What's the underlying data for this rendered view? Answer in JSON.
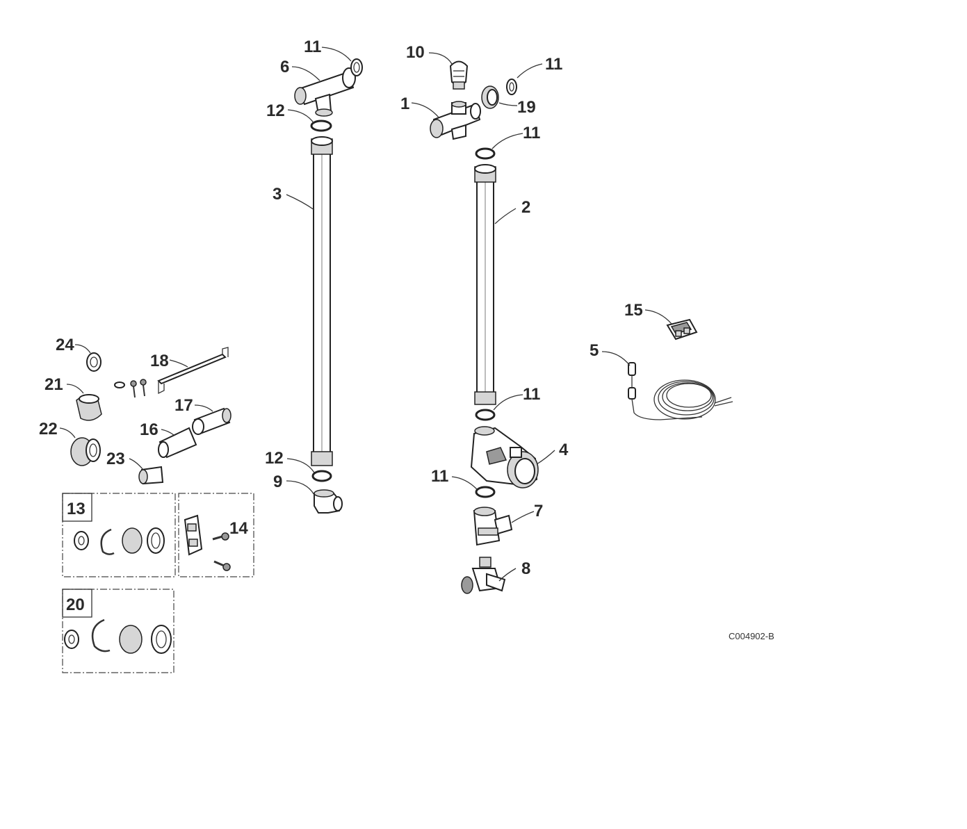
{
  "diagram": {
    "drawing_code": "C004902-B",
    "callouts": {
      "p1": "1",
      "p2": "2",
      "p3": "3",
      "p4": "4",
      "p5": "5",
      "p6": "6",
      "p7": "7",
      "p8": "8",
      "p9": "9",
      "p10": "10",
      "p11a": "11",
      "p11b": "11",
      "p11c": "11",
      "p11d": "11",
      "p11e": "11",
      "p12a": "12",
      "p12b": "12",
      "p13": "13",
      "p14": "14",
      "p15": "15",
      "p16": "16",
      "p17": "17",
      "p18": "18",
      "p19": "19",
      "p20": "20",
      "p21": "21",
      "p22": "22",
      "p23": "23",
      "p24": "24"
    }
  }
}
